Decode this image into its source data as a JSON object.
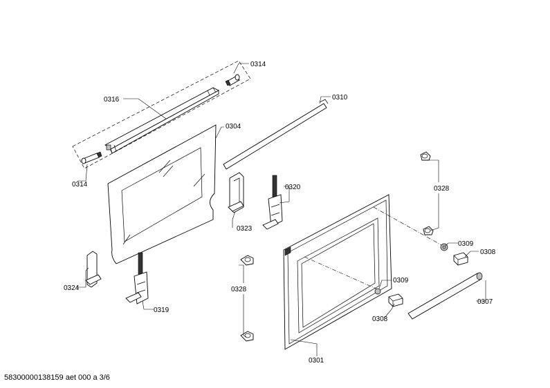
{
  "labels": {
    "l0314a": "0314",
    "l0314b": "0314",
    "l0316": "0316",
    "l0310": "0310",
    "l0304": "0304",
    "l0320": "0320",
    "l0323": "0323",
    "l0328a": "0328",
    "l0328b": "0328",
    "l0309a": "0309",
    "l0309b": "0309",
    "l0308a": "0308",
    "l0308b": "0308",
    "l0307": "0307",
    "l0324": "0324",
    "l0319": "0319",
    "l0301": "0301"
  },
  "footer": "58300000138159 aet 000 a 3/6"
}
